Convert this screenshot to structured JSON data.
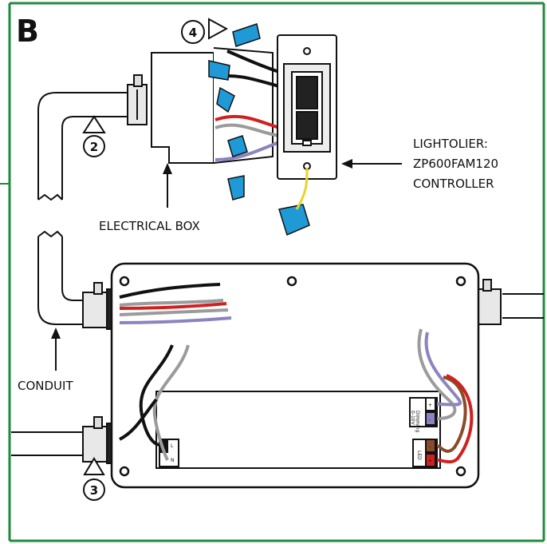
{
  "panel": {
    "letter": "B",
    "border_color": "#1f8a3b"
  },
  "labels": {
    "controller_line1": "LIGHTOLIER:",
    "controller_line2": "ZP600FAM120",
    "controller_line3": "CONTROLLER",
    "electrical_box": "ELECTRICAL BOX",
    "conduit": "CONDUIT"
  },
  "steps": {
    "step2": "2",
    "step3": "3",
    "step4": "4"
  },
  "driver": {
    "dim_plus": "+",
    "dim_minus": "-",
    "dim_text1": "0-10V",
    "dim_text2": "Dimming",
    "led_text": "LED",
    "led_minus": "-",
    "led_plus": "+",
    "line_l": "L",
    "line_n": "N"
  },
  "colors": {
    "wire_nut": "#1f9ad6",
    "red_wire": "#d0201f",
    "violet_wire": "#8b84c0",
    "gray_wire": "#9b9b9b",
    "brown_wire": "#8a4b2a",
    "yellow_wire": "#e8d52a"
  }
}
